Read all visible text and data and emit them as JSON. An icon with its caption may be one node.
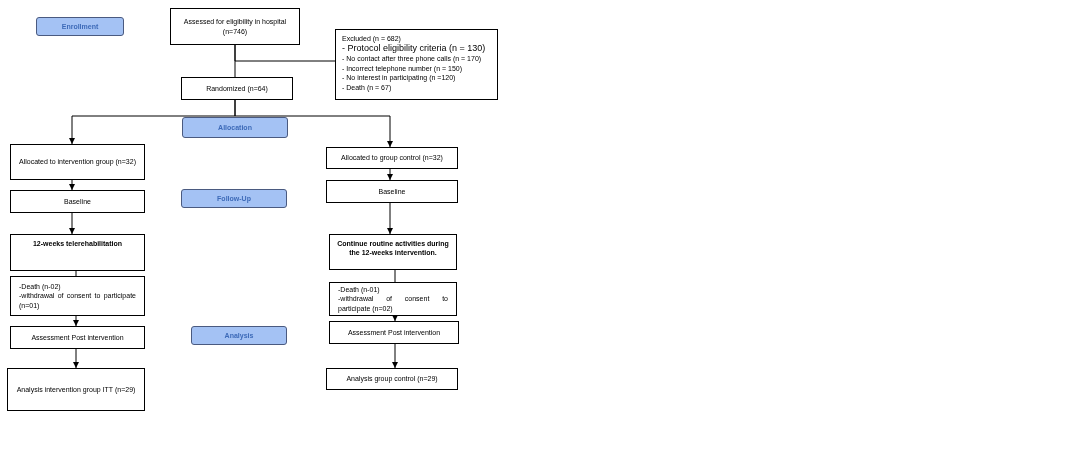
{
  "diagram": {
    "nodes": [
      {
        "text": [
          "Enrollment"
        ]
      },
      {
        "text": [
          "Assessed for eligibility in hospital (n=746)"
        ]
      },
      {
        "text": [
          "Excluded (n = 682)",
          "- Protocol eligibility criteria (n = 130)",
          "- No contact after three phone calls (n = 170)",
          "- Incorrect telephone number (n = 150)",
          "- No interest in participating (n =120)",
          "- Death (n = 67)"
        ]
      },
      {
        "text": [
          "Randomized (n=64)"
        ]
      },
      {
        "text": [
          "Allocation"
        ]
      },
      {
        "text": [
          "Allocated to intervention group (n=32)"
        ]
      },
      {
        "text": [
          "Allocated to group control (n=32)"
        ]
      },
      {
        "text": [
          "Baseline"
        ]
      },
      {
        "text": [
          "Follow-Up"
        ]
      },
      {
        "text": [
          "Baseline"
        ]
      },
      {
        "text": [
          "12-weeks telerehabilitation"
        ]
      },
      {
        "text": [
          "Continue routine activities during the 12-weeks intervention."
        ]
      },
      {
        "text": [
          "-Death (n-02)",
          "-withdrawal of consent to participate (n=01)"
        ]
      },
      {
        "text": [
          "-Death (n-01)",
          "-withdrawal of consent to participate (n=02)"
        ]
      },
      {
        "text": [
          "Assessment Post intervention"
        ]
      },
      {
        "text": [
          "Analysis"
        ]
      },
      {
        "text": [
          "Assessment Post intervention"
        ]
      },
      {
        "text": [
          "Analysis intervention group ITT (n=29)"
        ]
      },
      {
        "text": [
          "Analysis group control (n=29)"
        ]
      }
    ],
    "edges": [
      {
        "from": 1,
        "to": 3,
        "arrow": "none"
      },
      {
        "from": 1,
        "to": 2,
        "arrow": "none"
      },
      {
        "from": 3,
        "to": 5,
        "arrow": "to"
      },
      {
        "from": 3,
        "to": 6,
        "arrow": "to"
      },
      {
        "from": 5,
        "to": 7,
        "arrow": "to"
      },
      {
        "from": 7,
        "to": 10,
        "arrow": "to"
      },
      {
        "from": 10,
        "to": 12,
        "arrow": "none"
      },
      {
        "from": 12,
        "to": 14,
        "arrow": "to"
      },
      {
        "from": 14,
        "to": 17,
        "arrow": "to"
      },
      {
        "from": 6,
        "to": 9,
        "arrow": "to"
      },
      {
        "from": 9,
        "to": 11,
        "arrow": "to"
      },
      {
        "from": 11,
        "to": 13,
        "arrow": "none"
      },
      {
        "from": 13,
        "to": 16,
        "arrow": "to"
      },
      {
        "from": 16,
        "to": 18,
        "arrow": "to"
      }
    ]
  }
}
